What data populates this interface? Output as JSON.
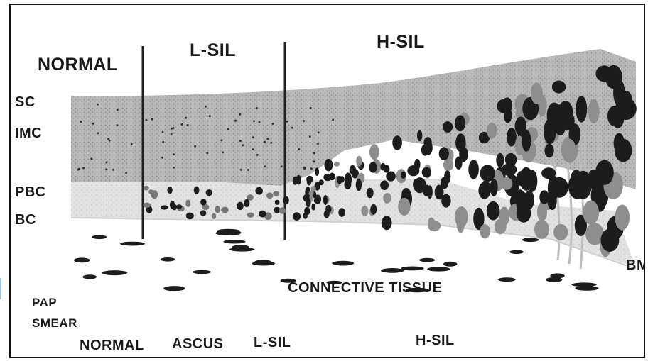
{
  "zones": {
    "normal": "NORMAL",
    "lsil": "L-SIL",
    "hsil": "H-SIL"
  },
  "layers": {
    "sc": "SC",
    "imc": "IMC",
    "pbc": "PBC",
    "bc": "BC",
    "bm": "BM"
  },
  "connective_tissue": "CONNECTIVE TISSUE",
  "pap_smear": {
    "title_line1": "PAP",
    "title_line2": "SMEAR",
    "categories": [
      "NORMAL",
      "ASCUS",
      "L-SIL",
      "H-SIL"
    ]
  },
  "colors": {
    "epithelium": "#b4b4b4",
    "basal_zone": "#dcdcdc",
    "nucleus": "#1c1c1c",
    "divider": "#222222",
    "frame": "#111111"
  }
}
